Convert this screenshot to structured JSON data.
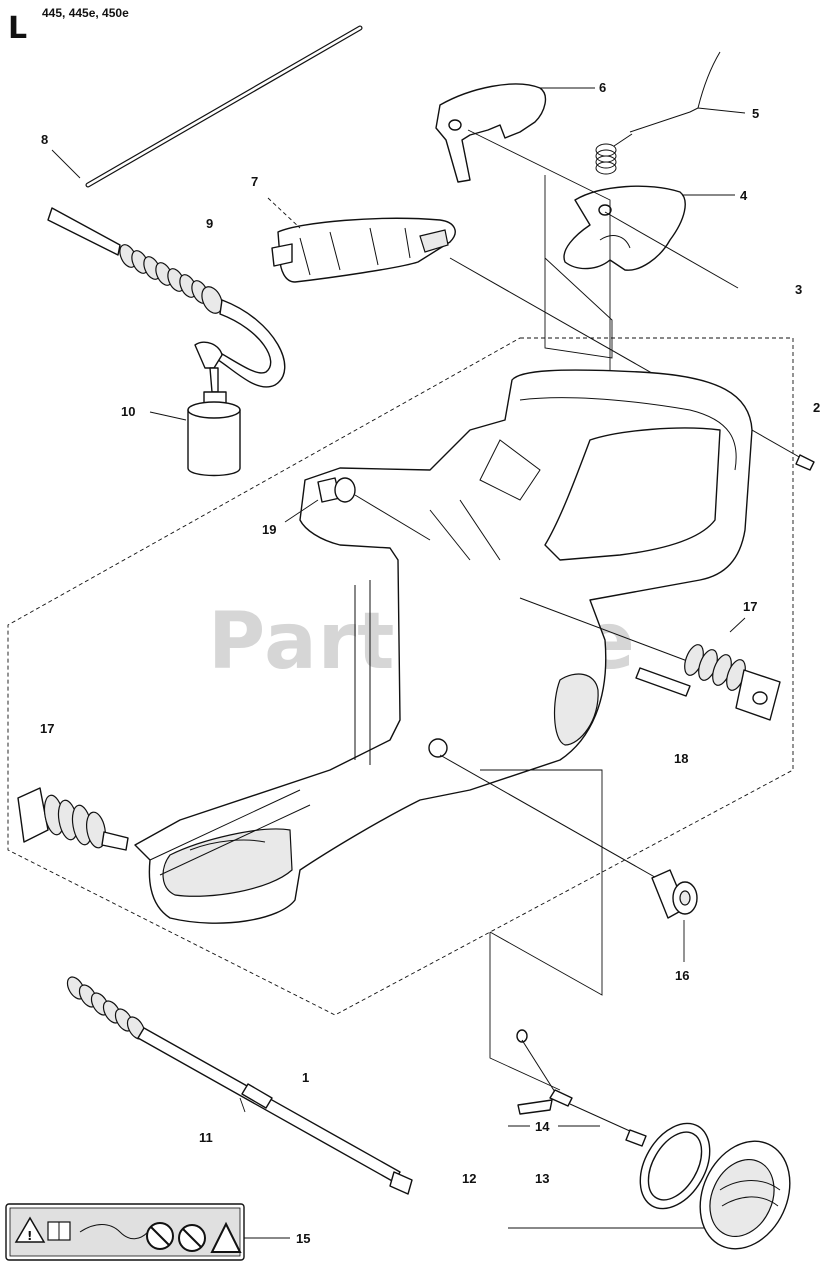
{
  "header": {
    "section_letter": "L",
    "models": "445, 445e, 450e"
  },
  "watermark": "PartsTree",
  "callouts": [
    {
      "id": "1",
      "label": "1"
    },
    {
      "id": "2",
      "label": "2"
    },
    {
      "id": "3",
      "label": "3"
    },
    {
      "id": "4",
      "label": "4"
    },
    {
      "id": "5",
      "label": "5"
    },
    {
      "id": "6",
      "label": "6"
    },
    {
      "id": "7",
      "label": "7"
    },
    {
      "id": "8",
      "label": "8"
    },
    {
      "id": "9",
      "label": "9"
    },
    {
      "id": "10",
      "label": "10"
    },
    {
      "id": "11",
      "label": "11"
    },
    {
      "id": "12",
      "label": "12"
    },
    {
      "id": "13",
      "label": "13"
    },
    {
      "id": "14",
      "label": "14"
    },
    {
      "id": "15",
      "label": "15"
    },
    {
      "id": "16",
      "label": "16"
    },
    {
      "id": "17a",
      "label": "17"
    },
    {
      "id": "17b",
      "label": "17"
    },
    {
      "id": "18",
      "label": "18"
    },
    {
      "id": "19",
      "label": "19"
    }
  ]
}
